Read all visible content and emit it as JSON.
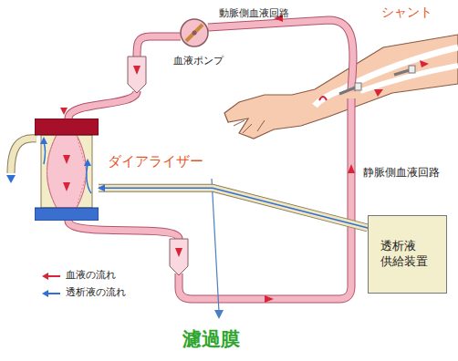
{
  "diagram": {
    "nodes": [
      {
        "text": [
          "ダイアライザー"
        ]
      },
      {
        "text": [
          "透析液 供給装置"
        ]
      }
    ],
    "edges": [
      {
        "from": 1,
        "to": 0,
        "arrow": "to"
      }
    ],
    "labels": [
      "動脈側血液回路",
      "シャント",
      "血液ポンプ",
      "静脈側血液回路",
      "濾過膜"
    ],
    "legend": [
      {
        "text": "血液の流れ"
      },
      {
        "text": "透析液の流れ"
      }
    ]
  }
}
